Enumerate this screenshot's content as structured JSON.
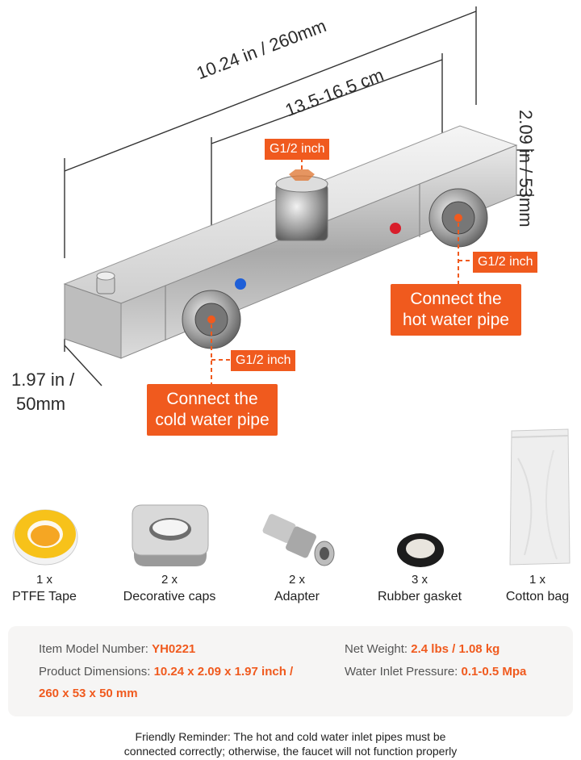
{
  "dimensions": {
    "total_length": "10.24 in / 260mm",
    "center_distance": "13.5-16.5 cm",
    "height": "2.09 in / 53mm",
    "depth_line1": "1.97 in /",
    "depth_line2": "50mm"
  },
  "thread_tags": {
    "top": "G1/2 inch",
    "right": "G1/2 inch",
    "left": "G1/2 inch"
  },
  "callouts": {
    "hot_line1": "Connect the",
    "hot_line2": "hot water pipe",
    "cold_line1": "Connect the",
    "cold_line2": "cold water pipe"
  },
  "accessories": [
    {
      "qty": "1 x",
      "name": "PTFE Tape"
    },
    {
      "qty": "2 x",
      "name": "Decorative caps"
    },
    {
      "qty": "2 x",
      "name": "Adapter"
    },
    {
      "qty": "3 x",
      "name": "Rubber gasket"
    },
    {
      "qty": "1 x",
      "name": "Cotton bag"
    }
  ],
  "specs": {
    "model_label": "Item Model Number:",
    "model_value": "YH0221",
    "dimensions_label": "Product Dimensions:",
    "dimensions_value_line1": "10.24 x 2.09 x 1.97 inch /",
    "dimensions_value_line2": "260 x 53 x 50 mm",
    "weight_label": "Net Weight:",
    "weight_value": "2.4 lbs / 1.08 kg",
    "pressure_label": "Water Inlet Pressure:",
    "pressure_value": "0.1-0.5 Mpa"
  },
  "reminder": {
    "line1": "Friendly Reminder: The hot and cold water inlet pipes must be",
    "line2": "connected correctly; otherwise, the faucet will not function properly"
  },
  "colors": {
    "accent": "#f05a1e",
    "hot_dot": "#d81e2b",
    "cold_dot": "#1e5fd8"
  }
}
